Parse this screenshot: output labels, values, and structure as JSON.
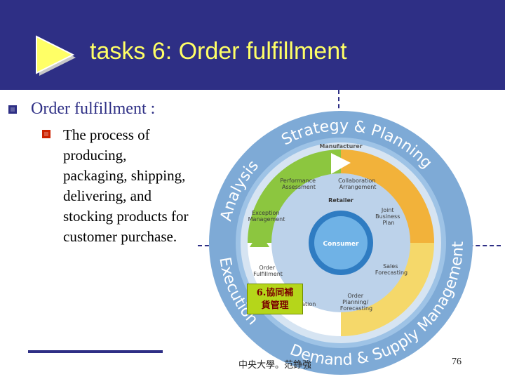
{
  "slide": {
    "title": "tasks 6: Order fulfillment",
    "heading": "Order fulfillment :",
    "body": "The process of producing, packaging, shipping, delivering, and stocking products for customer purchase.",
    "footer_author": "中央大學。范錚強",
    "page_number": "76"
  },
  "diagram": {
    "outer_ring": {
      "analysis": "Analysis",
      "strategy_planning": "Strategy & Planning",
      "execution": "Execution",
      "demand_supply": "Demand & Supply Management"
    },
    "manufacturer": "Manufacturer",
    "retailer": "Retailer",
    "consumer": "Consumer",
    "stages": {
      "performance_assessment": [
        "Performance",
        "Assessment"
      ],
      "collaboration_arrangement": [
        "Collaboration",
        "Arrangement"
      ],
      "joint_business_plan": [
        "Joint",
        "Business",
        "Plan"
      ],
      "sales_forecasting": [
        "Sales",
        "Forecasting"
      ],
      "order_planning": [
        "Order",
        "Planning/",
        "Forecasting"
      ],
      "generation": "..ration",
      "order_fulfillment": [
        "Order",
        "Fulfillment"
      ],
      "exception_management": [
        "Exception",
        "Management"
      ]
    },
    "callout": [
      "6.協同補",
      "貨管理"
    ]
  },
  "colors": {
    "header_bg": "#2e2f85",
    "title_text": "#ffff66",
    "bullet_l1": "#2e2f85",
    "bullet_l2": "#cc2200",
    "callout_bg": "#b5d61a"
  }
}
